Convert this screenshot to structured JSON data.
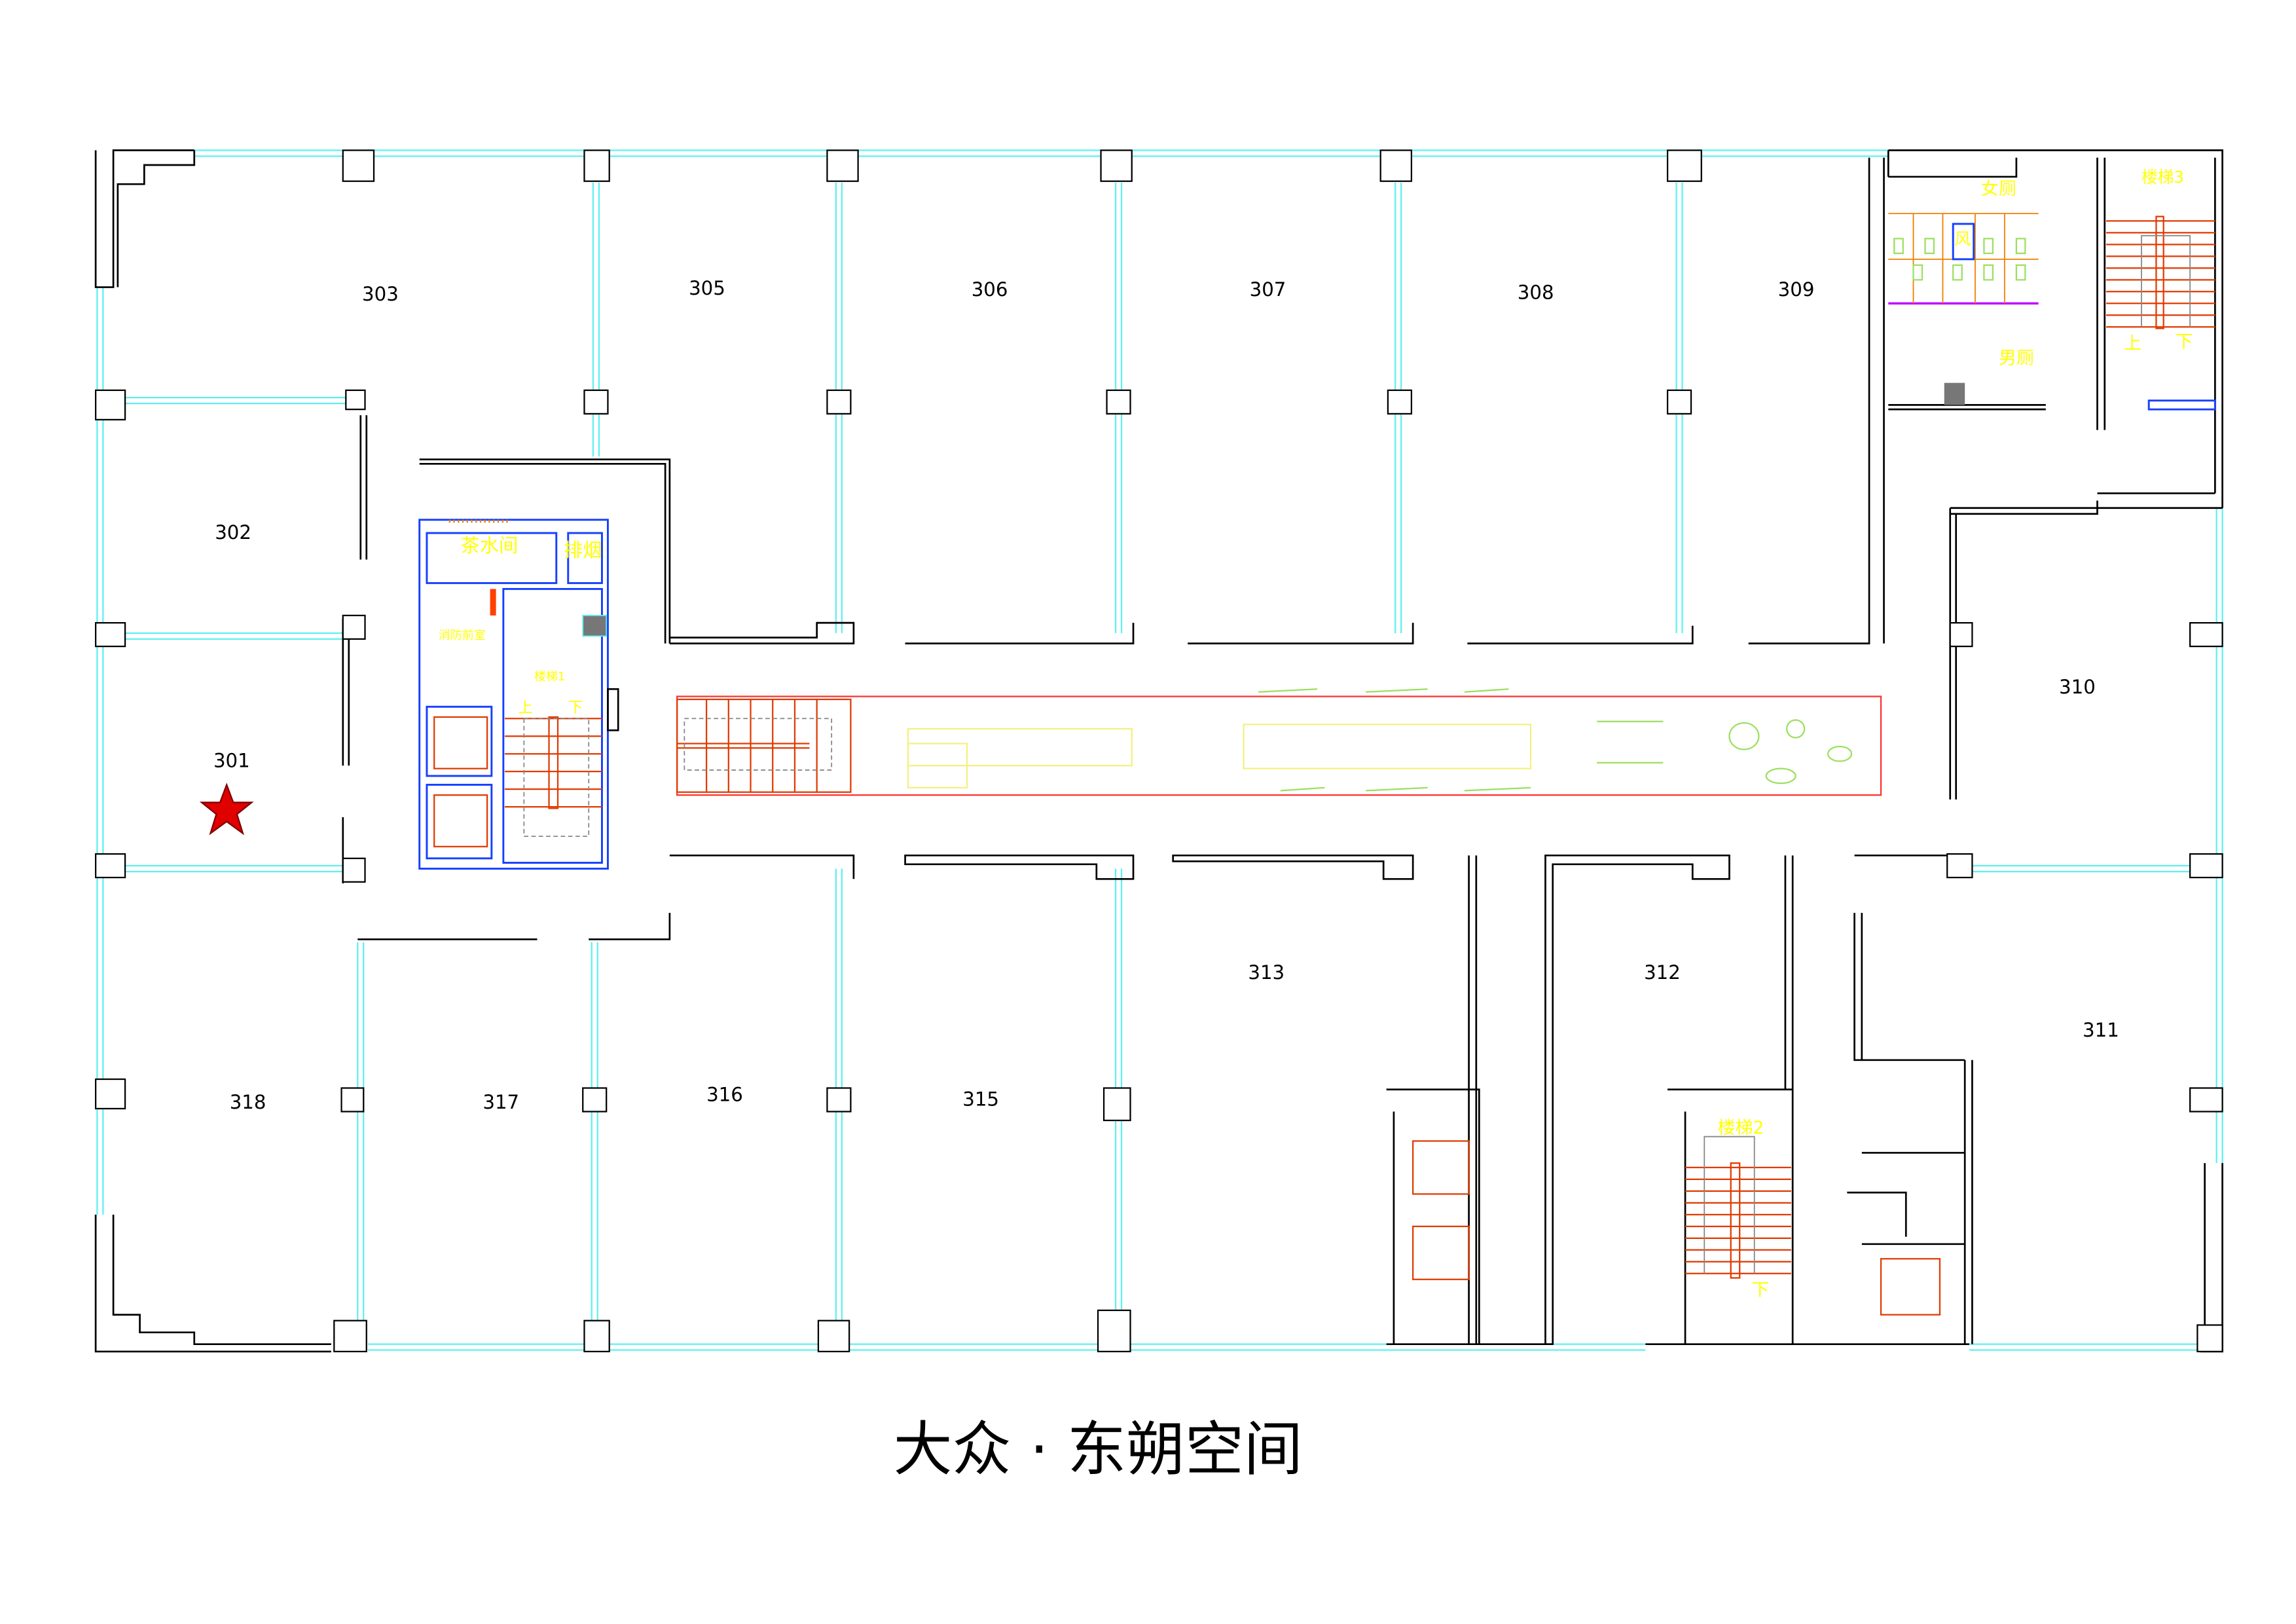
{
  "title": "大众 · 东朔空间",
  "rooms": {
    "r301": "301",
    "r302": "302",
    "r303": "303",
    "r305": "305",
    "r306": "306",
    "r307": "307",
    "r308": "308",
    "r309": "309",
    "r310": "310",
    "r311": "311",
    "r312": "312",
    "r313": "313",
    "r315": "315",
    "r316": "316",
    "r317": "317",
    "r318": "318"
  },
  "labels": {
    "tea_room": "茶水间",
    "smoke_exhaust": "排烟",
    "fire_lobby": "消防前室",
    "stair1": "楼梯1",
    "stair2": "楼梯2",
    "stair3": "楼梯3",
    "up": "上",
    "down": "下",
    "womens_toilet": "女厕",
    "mens_toilet": "男厕",
    "vent": "风"
  },
  "marker": {
    "icon": "star-icon",
    "room": "301",
    "color": "#e00000"
  },
  "colors": {
    "wall": "#000000",
    "window": "#5ff0f0",
    "core": "#1540ff",
    "stair": "#e03a00",
    "annotation": "#ffff00",
    "corridor": "#ff3030"
  }
}
